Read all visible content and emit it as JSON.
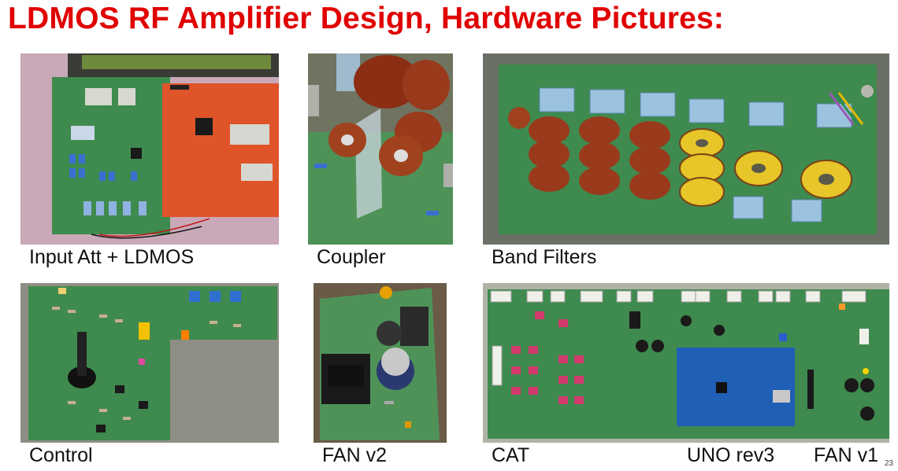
{
  "title": "LDMOS RF Amplifier Design, Hardware Pictures:",
  "captions": {
    "input_att": "Input Att + LDMOS",
    "coupler": "Coupler",
    "band_filters": "Band Filters",
    "control": "Control",
    "fan_v2": "FAN v2",
    "cat": "CAT",
    "uno": "UNO rev3",
    "fan_v1": "FAN v1"
  },
  "page_number": "23",
  "colors": {
    "title": "#e00000",
    "pcb_green": "#3f8a4e",
    "pcb_orange": "#e0542a",
    "copper": "#9a3a1c",
    "toroid_yellow": "#e6c628",
    "relay_blue": "#7fb2d8",
    "arduino_blue": "#1f5fb5"
  }
}
